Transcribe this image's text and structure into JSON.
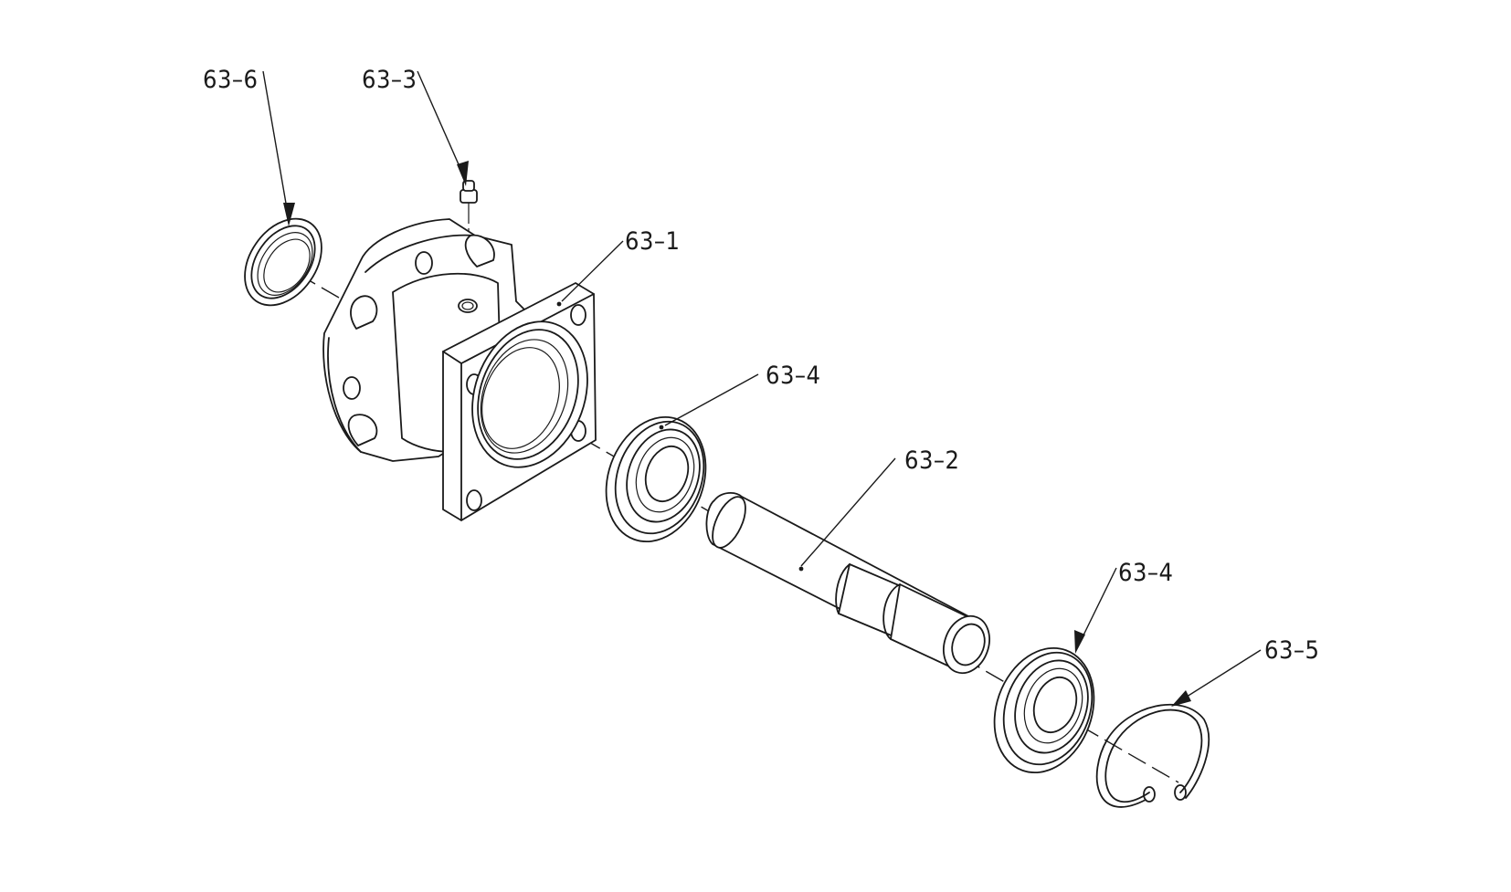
{
  "callouts": {
    "c63_1": "63–1",
    "c63_2": "63–2",
    "c63_3": "63–3",
    "c63_4a": "63–4",
    "c63_4b": "63–4",
    "c63_5": "63–5",
    "c63_6": "63–6"
  }
}
